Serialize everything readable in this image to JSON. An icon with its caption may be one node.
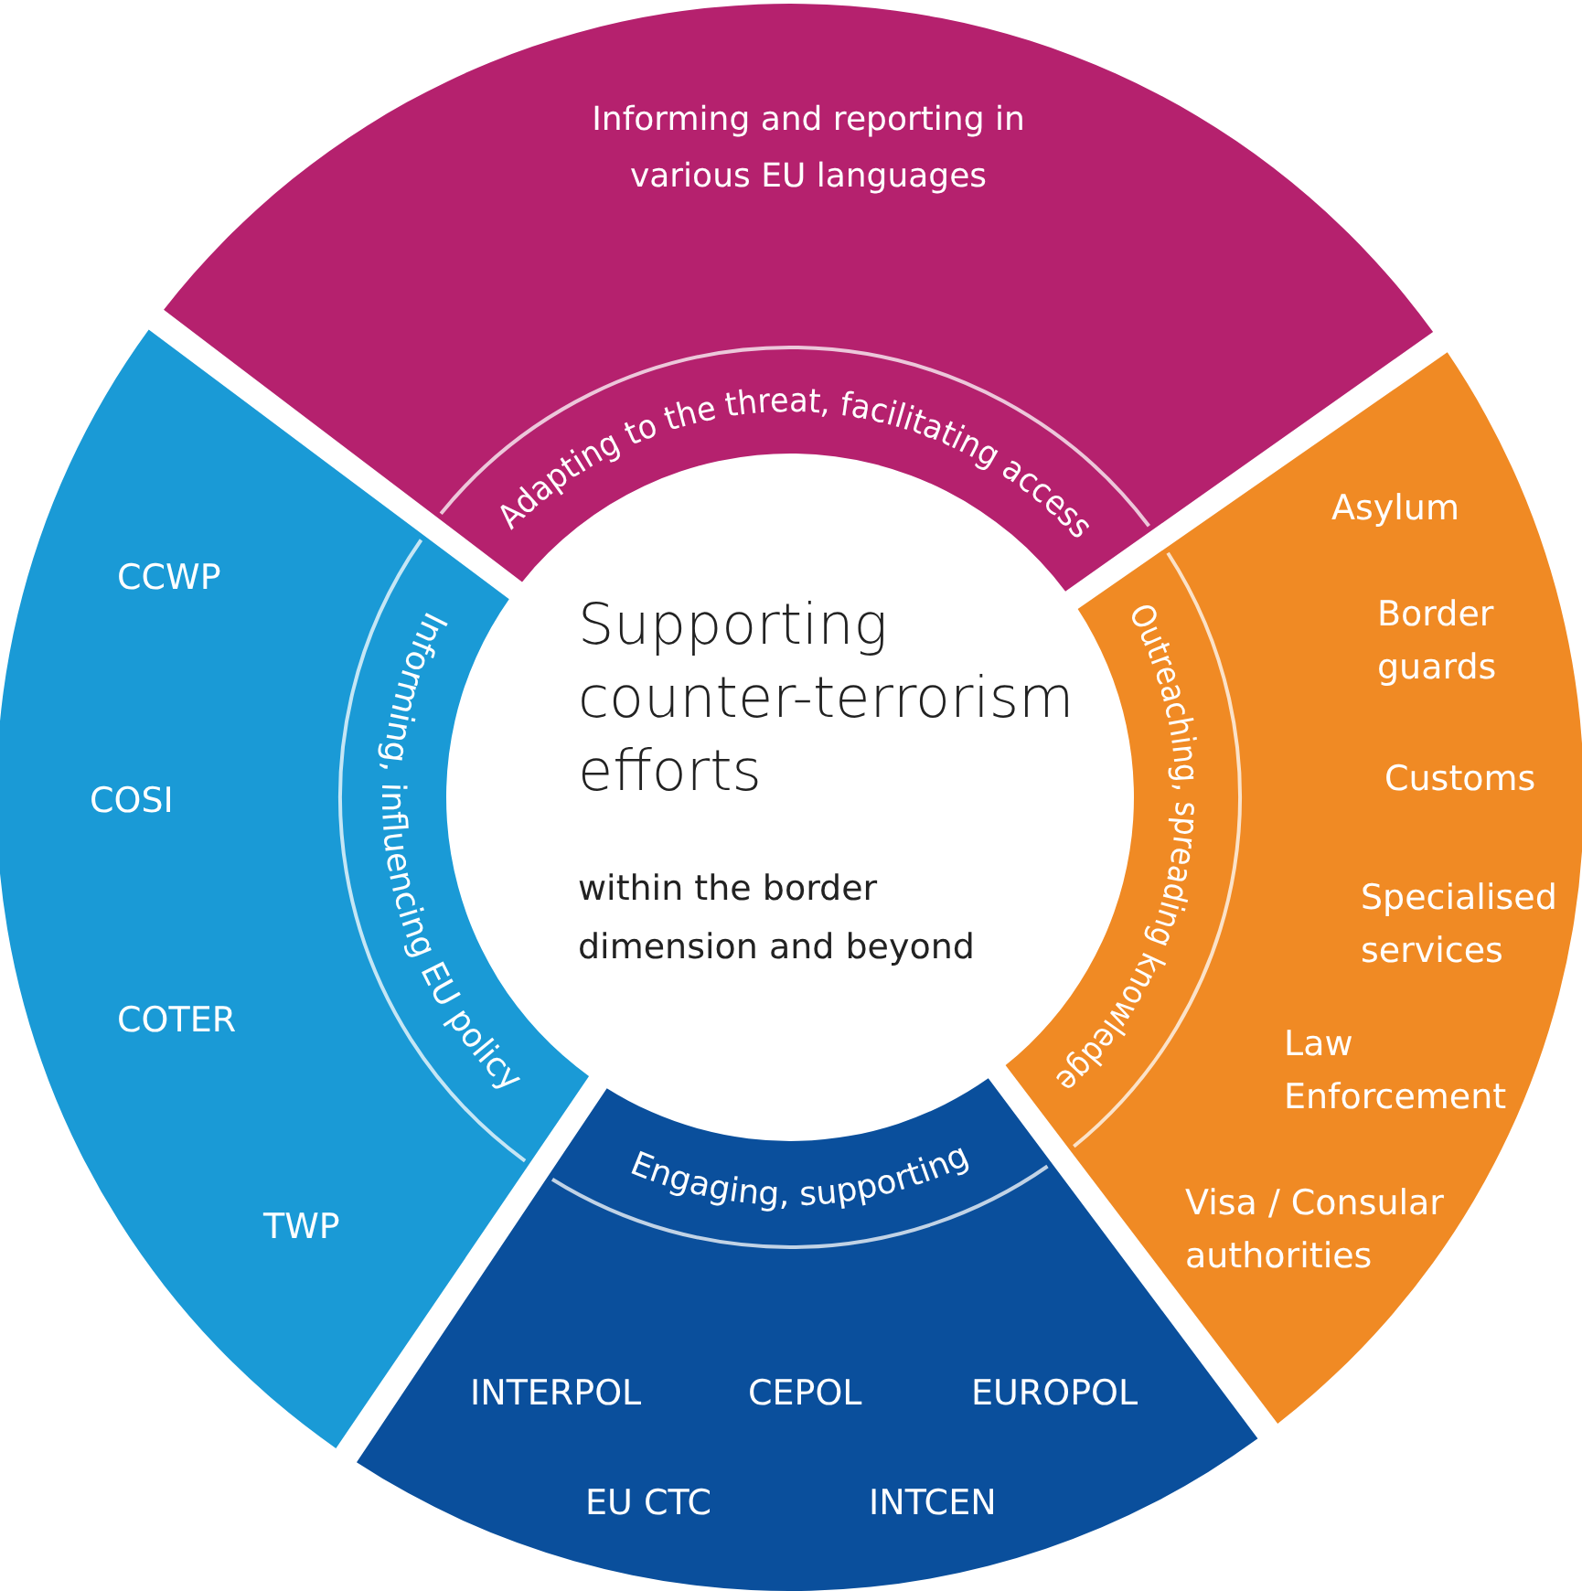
{
  "diagram": {
    "nodes": [
      {
        "text": [
          "Supporting counter-terrorism efforts",
          "within the border dimension and beyond"
        ]
      },
      {
        "text": [
          "Informing and reporting in various EU languages",
          "Adapting to the threat, facilitating access"
        ]
      },
      {
        "text": [
          "Outreaching, spreading knowledge"
        ]
      },
      {
        "text": [
          "Asylum"
        ],
        "in": 2
      },
      {
        "text": [
          "Border guards"
        ],
        "in": 2
      },
      {
        "text": [
          "Customs"
        ],
        "in": 2
      },
      {
        "text": [
          "Specialised services"
        ],
        "in": 2
      },
      {
        "text": [
          "Law Enforcement"
        ],
        "in": 2
      },
      {
        "text": [
          "Visa / Consular authorities"
        ],
        "in": 2
      },
      {
        "text": [
          "Engaging, supporting"
        ]
      },
      {
        "text": [
          "INTERPOL"
        ],
        "in": 9
      },
      {
        "text": [
          "CEPOL"
        ],
        "in": 9
      },
      {
        "text": [
          "EUROPOL"
        ],
        "in": 9
      },
      {
        "text": [
          "EU CTC"
        ],
        "in": 9
      },
      {
        "text": [
          "INTCEN"
        ],
        "in": 9
      },
      {
        "text": [
          "Informing, influencing EU policy"
        ]
      },
      {
        "text": [
          "CCWP"
        ],
        "in": 15
      },
      {
        "text": [
          "COSI"
        ],
        "in": 15
      },
      {
        "text": [
          "COTER"
        ],
        "in": 15
      },
      {
        "text": [
          "TWP"
        ],
        "in": 15
      }
    ]
  }
}
